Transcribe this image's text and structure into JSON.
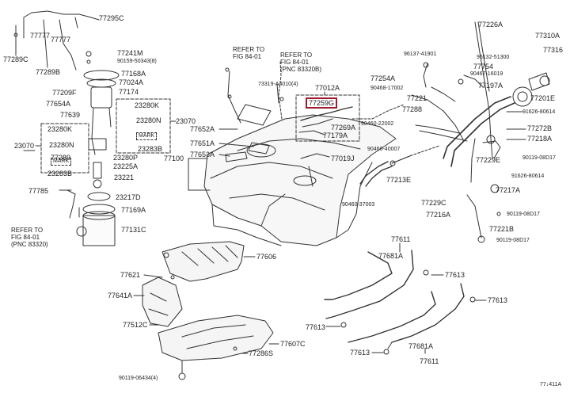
{
  "labels": {
    "p77295c": "77295C",
    "p77777a": "77777",
    "p77777b": "77777",
    "p77289c": "77289C",
    "p77289b": "77289B",
    "p77241m": "77241M",
    "p90159_50343": "90159-50343(8)",
    "p77168a": "77168A",
    "p77024a": "77024A",
    "p77174": "77174",
    "p77209f": "77209F",
    "p77654a": "77654A",
    "p77639": "77639",
    "p23280k_a": "23280K",
    "p23280n_a": "23280N",
    "p23070_a": "23070",
    "mark_a": "MARK",
    "p23283b_a": "23283B",
    "p23280k_b": "23280K",
    "p23280n_b": "23280N",
    "p23070_b": "23070",
    "p77289": "77289",
    "mark_b": "MARK",
    "p23280p": "23280P",
    "p23225a": "23225A",
    "p23221": "23221",
    "p23283b_b": "23283B",
    "p77785": "77785",
    "p23217d": "23217D",
    "p77169a": "77169A",
    "p77131c": "77131C",
    "refer1_l1": "REFER TO",
    "refer1_l2": "FIG 84-01",
    "refer2_l1": "REFER TO",
    "refer2_l2": "FIG 84-01",
    "refer2_l3": "(PNC 83320B)",
    "refer3_l1": "REFER TO",
    "refer3_l2": "FIG 84-01",
    "refer3_l3": "(PNC 83320)",
    "p73319": "73319-A4010(4)",
    "p77012a": "77012A",
    "p77259g": "77259G",
    "p77269a": "77269A",
    "p77179a": "77179A",
    "p77652a": "77652A",
    "p77651a": "77651A",
    "p77653a": "77653A",
    "p77100": "77100",
    "p77019j": "77019J",
    "p96137": "96137-41901",
    "p77254a": "77254A",
    "p90468_17002": "90468-17002",
    "p77221": "77221",
    "p77288": "77288",
    "p90460_22002": "90460-22002",
    "p90460_40007": "90460-40007",
    "p77213e": "77213E",
    "p90460_37003": "90460-37003",
    "p77226a": "77226A",
    "p96132": "96132-51300",
    "p77754": "77754",
    "p90467_16019": "90467-16019",
    "p77197a": "77197A",
    "p77310a": "77310A",
    "p77316": "77316",
    "p77201e": "77201E",
    "p91626_80614a": "91626-80614",
    "p77272b": "77272B",
    "p77218a": "77218A",
    "p77229e": "77229E",
    "p90119_08d17a": "90119-08D17",
    "p91626_80614b": "91626-80614",
    "p77217a": "77217A",
    "p77229c": "77229C",
    "p77216a": "77216A",
    "p90119_08d17b": "90119-08D17",
    "p77221b": "77221B",
    "p90119_08d17c": "90119-08D17",
    "p77606": "77606",
    "p77621": "77621",
    "p77641a": "77641A",
    "p77512c": "77512C",
    "p77607c": "77607C",
    "p77286s": "77286S",
    "p90119_06434": "90119-06434(4)",
    "p77611a": "77611",
    "p77681a_a": "77681A",
    "p77613a": "77613",
    "p77613b": "77613",
    "p77613c": "77613",
    "p77613d": "77613",
    "p77681a_b": "77681A",
    "p77611b": "77611",
    "footer": "77↓411A"
  }
}
